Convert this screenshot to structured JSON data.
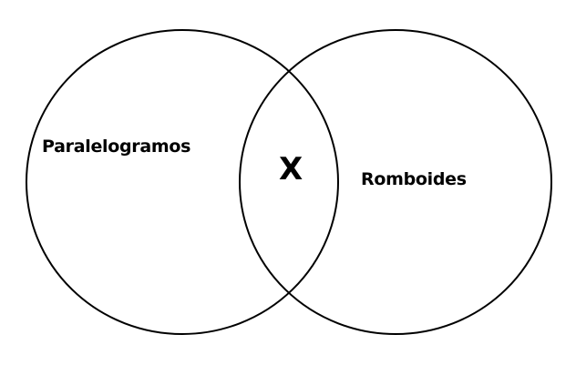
{
  "diagram": {
    "type": "venn",
    "sets": [
      {
        "label": "Paralelogramos"
      },
      {
        "label": "Romboides"
      }
    ],
    "intersection": {
      "label": "X"
    },
    "stroke_color": "#000000",
    "background": "#ffffff"
  }
}
